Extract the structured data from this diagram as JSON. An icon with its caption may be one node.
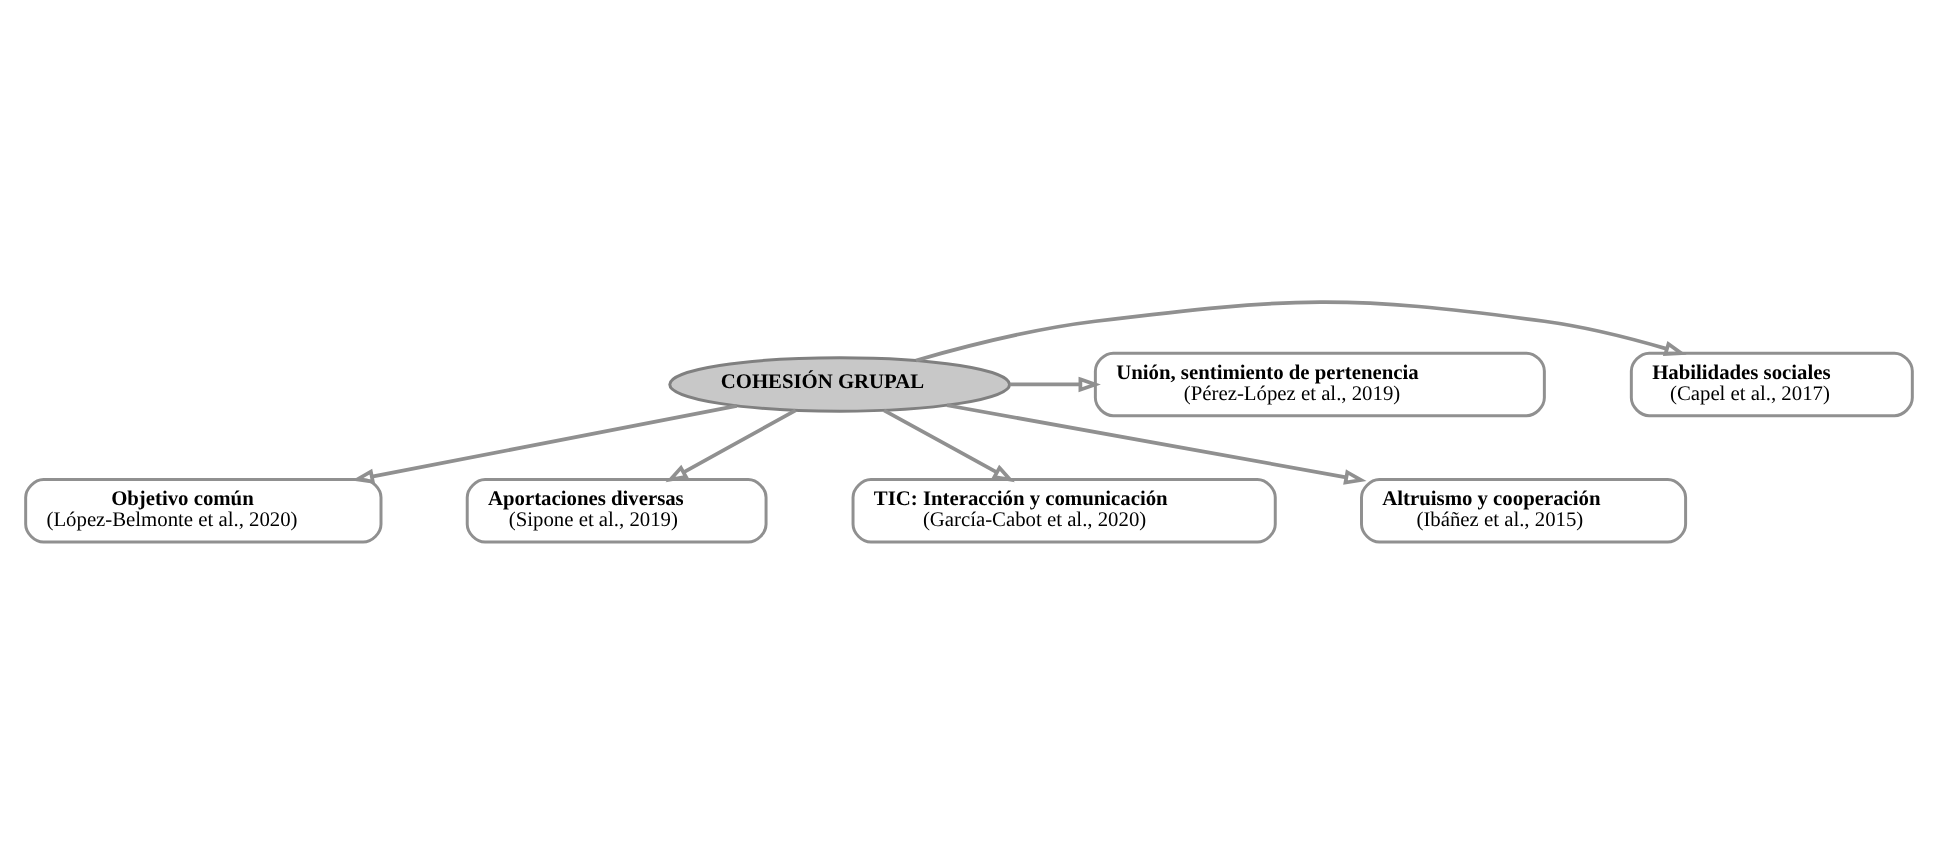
{
  "diagram": {
    "nodes": [
      {
        "text": [
          "Objetivo común",
          "(López-Belmonte et al., 2020)"
        ]
      },
      {
        "text": [
          "Aportaciones diversas",
          "(Sipone et al., 2019)"
        ]
      },
      {
        "text": [
          "Habilidades sociales",
          "(Capel et al., 2017)"
        ]
      },
      {
        "text": [
          "COHESIÓN GRUPAL"
        ]
      },
      {
        "text": [
          "Unión, sentimiento de pertenencia",
          "(Pérez-López et al., 2019)"
        ]
      },
      {
        "text": [
          "TIC: Interacción y comunicación",
          "(García-Cabot et al., 2020)"
        ]
      },
      {
        "text": [
          "Altruismo y cooperación",
          "(Ibáñez et al., 2015)"
        ]
      }
    ],
    "edges": [
      {
        "from": 3,
        "to": 0,
        "arrow": "to"
      },
      {
        "from": 3,
        "to": 1,
        "arrow": "to"
      },
      {
        "from": 3,
        "to": 2,
        "arrow": "to"
      },
      {
        "from": 3,
        "to": 4,
        "arrow": "to"
      },
      {
        "from": 3,
        "to": 5,
        "arrow": "to"
      },
      {
        "from": 3,
        "to": 6,
        "arrow": "to"
      }
    ]
  }
}
